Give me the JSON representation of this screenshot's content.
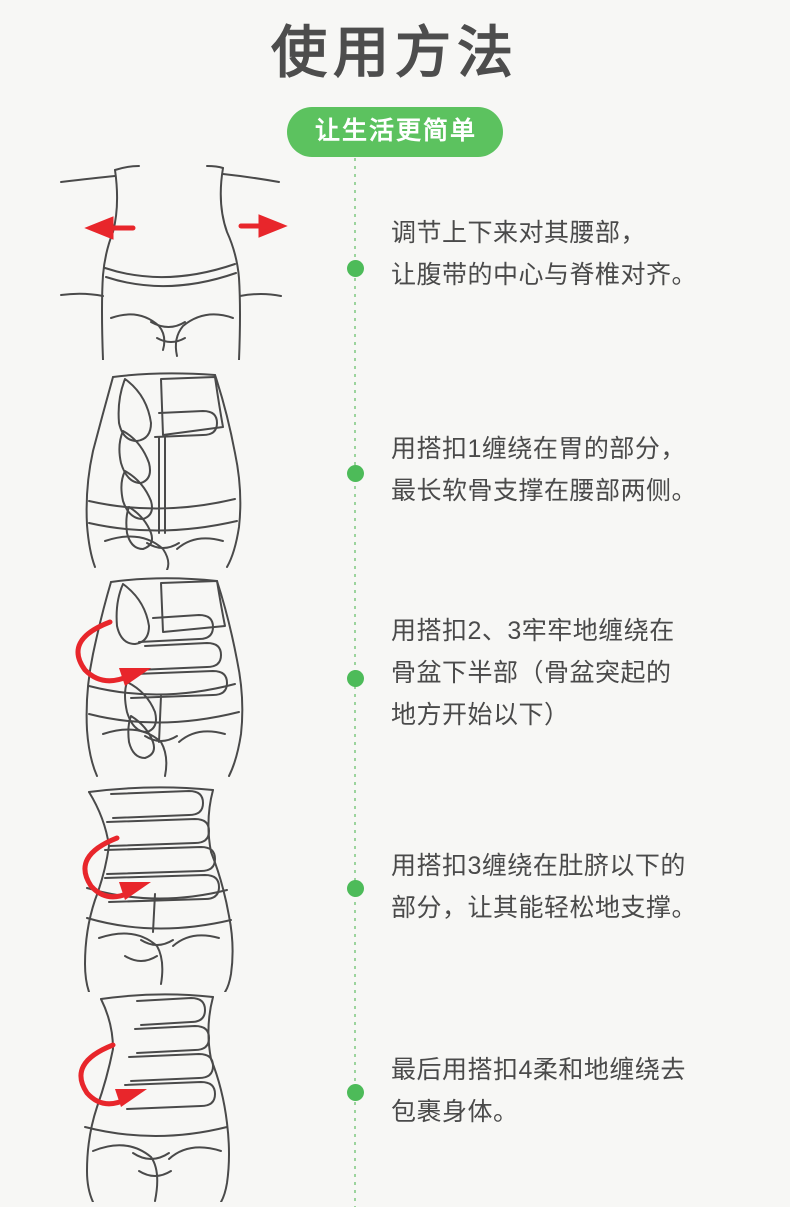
{
  "header": {
    "title": "使用方法",
    "badge_label": "让生活更简单"
  },
  "colors": {
    "background": "#f7f7f5",
    "title_text": "#4d4d4d",
    "badge_green": "#5cc25f",
    "bullet_green": "#4dbb59",
    "divider_green": "#7dc87f",
    "body_text": "#4a4a4a",
    "illustration_line": "#4a4a4a",
    "arrow_red": "#e8262b"
  },
  "steps": [
    {
      "index": 1,
      "bullet": "bullet-dot",
      "figure_name": "torso-align-belt-center",
      "figure_arrows": "two straight red arrows pointing left and right at the waist",
      "text": "调节上下来对其腰部，\n让腹带的中心与脊椎对齐。"
    },
    {
      "index": 2,
      "bullet": "bullet-dot",
      "figure_name": "torso-hand-wrapping-clasp-1",
      "figure_arrows": "none",
      "text": "用搭扣1缠绕在胃的部分，\n最长软骨支撑在腰部两侧。"
    },
    {
      "index": 3,
      "bullet": "bullet-dot",
      "figure_name": "torso-wrap-clasp-2-3",
      "figure_arrows": "curved red arrow sweeping around the waist",
      "text": "用搭扣2、3牢牢地缠绕在\n骨盆下半部（骨盆突起的\n地方开始以下）"
    },
    {
      "index": 4,
      "bullet": "bullet-dot",
      "figure_name": "torso-wrap-clasp-3-below-navel",
      "figure_arrows": "curved red arrow sweeping around the waist",
      "text": "用搭扣3缠绕在肚脐以下的\n部分，让其能轻松地支撑。"
    },
    {
      "index": 5,
      "bullet": "bullet-dot",
      "figure_name": "torso-wrap-clasp-4-final",
      "figure_arrows": "curved red arrow sweeping around the waist",
      "text": "最后用搭扣4柔和地缠绕去\n包裹身体。"
    }
  ]
}
